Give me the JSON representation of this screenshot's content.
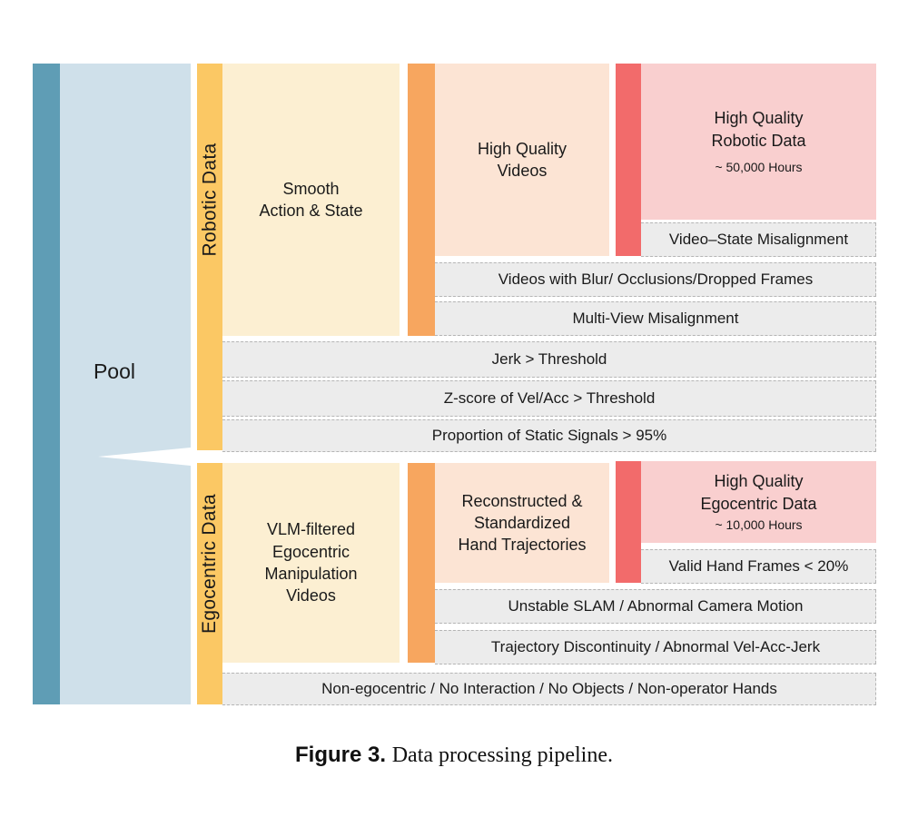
{
  "pool": {
    "label": "Pool"
  },
  "robotic": {
    "title": "Robotic Data",
    "stage1": "Smooth\nAction & State",
    "stage2": "High Quality\nVideos",
    "output": {
      "title": "High Quality\nRobotic Data",
      "hours": "~ 50,000 Hours"
    },
    "filters": [
      "Video–State Misalignment",
      "Videos with Blur/ Occlusions/Dropped Frames",
      "Multi-View Misalignment",
      "Jerk > Threshold",
      "Z-score of Vel/Acc > Threshold",
      "Proportion of Static Signals > 95%"
    ]
  },
  "egocentric": {
    "title": "Egocentric Data",
    "stage1": "VLM-filtered\nEgocentric\nManipulation\nVideos",
    "stage2": "Reconstructed &\nStandardized\nHand Trajectories",
    "output": {
      "title": "High Quality\nEgocentric Data",
      "hours": "~ 10,000 Hours"
    },
    "filters": [
      "Valid Hand Frames < 20%",
      "Unstable SLAM / Abnormal Camera Motion",
      "Trajectory Discontinuity / Abnormal Vel-Acc-Jerk",
      "Non-egocentric / No Interaction / No Objects / Non-operator Hands"
    ]
  },
  "caption": {
    "label": "Figure 3.",
    "text": "Data processing pipeline."
  },
  "colors": {
    "pool_bar": "#5f9db5",
    "pool_bg": "#cfe0ea",
    "stage1_bar": "#fbc864",
    "stage1_bg": "#fcefd2",
    "stage2_bar": "#f7a65f",
    "stage2_bg": "#fce4d4",
    "stage3_bar": "#f26b6b",
    "stage3_bg": "#f9cfcf",
    "filter_bg": "#ececec"
  }
}
